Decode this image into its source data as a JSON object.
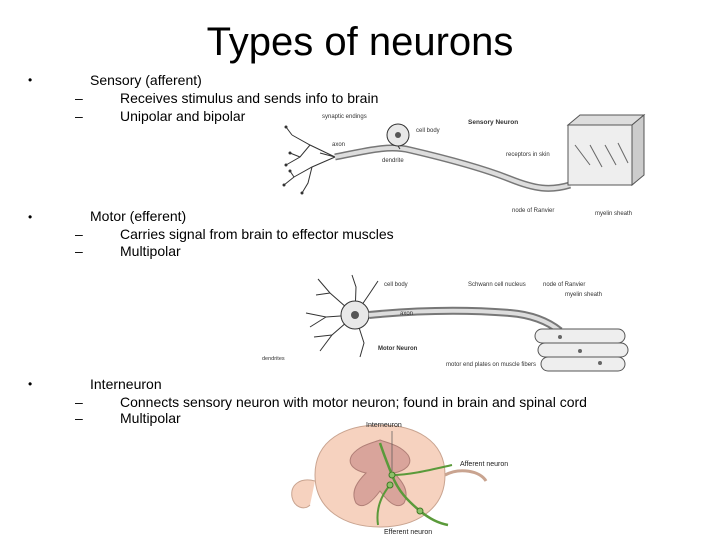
{
  "slide": {
    "title": "Types of neurons",
    "bullet_marker": "•",
    "dash_marker": "–"
  },
  "sections": [
    {
      "heading": "Sensory (afferent)",
      "points": [
        "Receives stimulus and sends info to brain",
        "Unipolar and bipolar"
      ]
    },
    {
      "heading": "Motor (efferent)",
      "points": [
        "Carries signal from brain to effector muscles",
        "Multipolar"
      ]
    },
    {
      "heading": "Interneuron",
      "points": [
        "Connects sensory neuron with motor neuron; found in brain and spinal cord",
        "Multipolar"
      ]
    }
  ],
  "figures": {
    "sensory": {
      "title": "Sensory Neuron",
      "labels": [
        "synaptic endings",
        "axon",
        "cell body",
        "dendrite",
        "receptors in skin",
        "node of Ranvier",
        "myelin sheath"
      ]
    },
    "motor": {
      "title": "Motor Neuron",
      "labels": [
        "cell body",
        "Schwann cell nucleus",
        "node of Ranvier",
        "myelin sheath",
        "axon",
        "dendrites",
        "motor end plates on muscle fibers"
      ]
    },
    "interneuron": {
      "labels": [
        "Interneuron",
        "Afferent neuron",
        "Efferent neuron"
      ]
    }
  }
}
